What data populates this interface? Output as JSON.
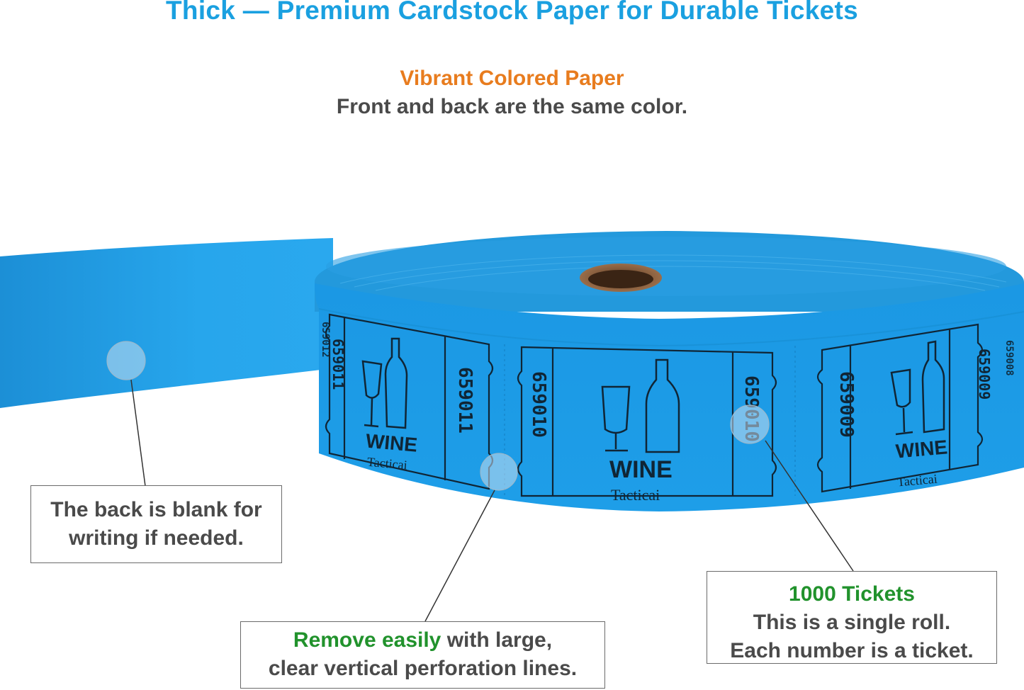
{
  "headline": "Thick — Premium Cardstock Paper for Durable Tickets",
  "feature_title": "Vibrant Colored Paper",
  "feature_desc": "Front and back are the same color.",
  "callouts": {
    "blank_back": {
      "line1": "The back is blank for",
      "line2": "writing if needed."
    },
    "perforation": {
      "highlight": "Remove easily",
      "rest": " with large,",
      "line2": "clear vertical perforation lines."
    },
    "tickets": {
      "highlight": "1000 Tickets",
      "line2": "This is a single roll.",
      "line3": "Each number is a ticket."
    }
  },
  "tickets": [
    {
      "number": "659011",
      "label": "WINE",
      "brand": "Tacticai"
    },
    {
      "number": "659010",
      "label": "WINE",
      "brand": "Tacticai"
    },
    {
      "number": "659009",
      "label": "WINE",
      "brand": "Tacticai"
    }
  ],
  "partial_numbers": [
    "659012",
    "659008"
  ],
  "colors": {
    "accent": "#1aa0e0",
    "orange": "#e87c1e",
    "green": "#21922c",
    "paper": "#1fa3e8"
  }
}
